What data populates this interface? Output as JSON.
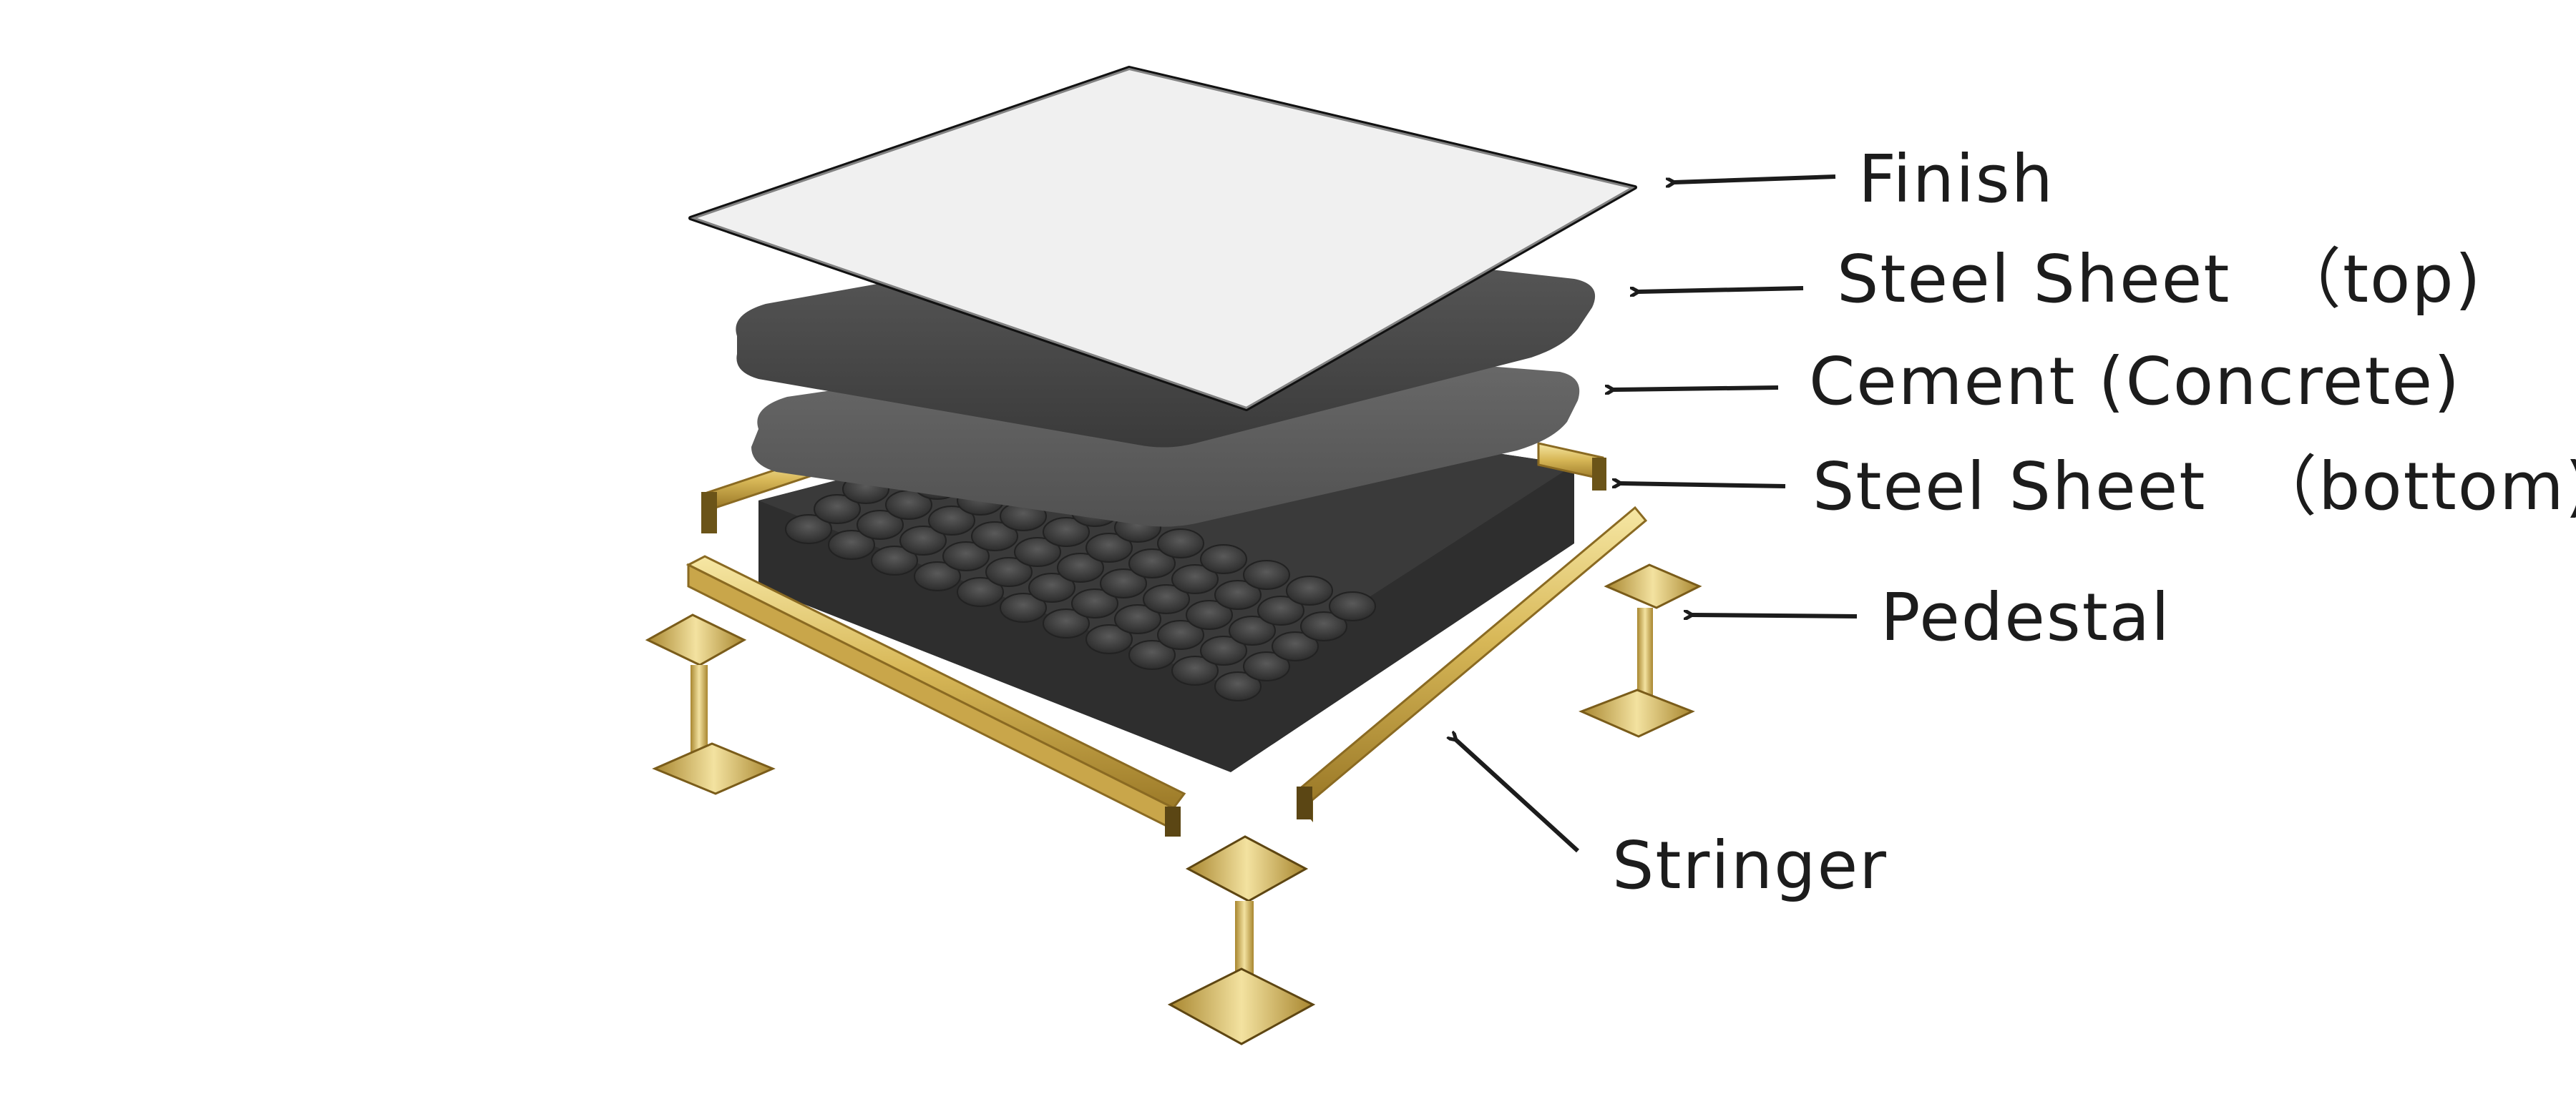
{
  "diagram": {
    "components": [
      {
        "id": "finish",
        "label": "Finish"
      },
      {
        "id": "steel-top",
        "label": "Steel Sheet  （top)"
      },
      {
        "id": "cement",
        "label": "Cement (Concrete)"
      },
      {
        "id": "steel-bottom",
        "label": "Steel Sheet  （bottom)"
      },
      {
        "id": "pedestal",
        "label": "Pedestal"
      },
      {
        "id": "stringer",
        "label": "Stringer"
      }
    ]
  }
}
